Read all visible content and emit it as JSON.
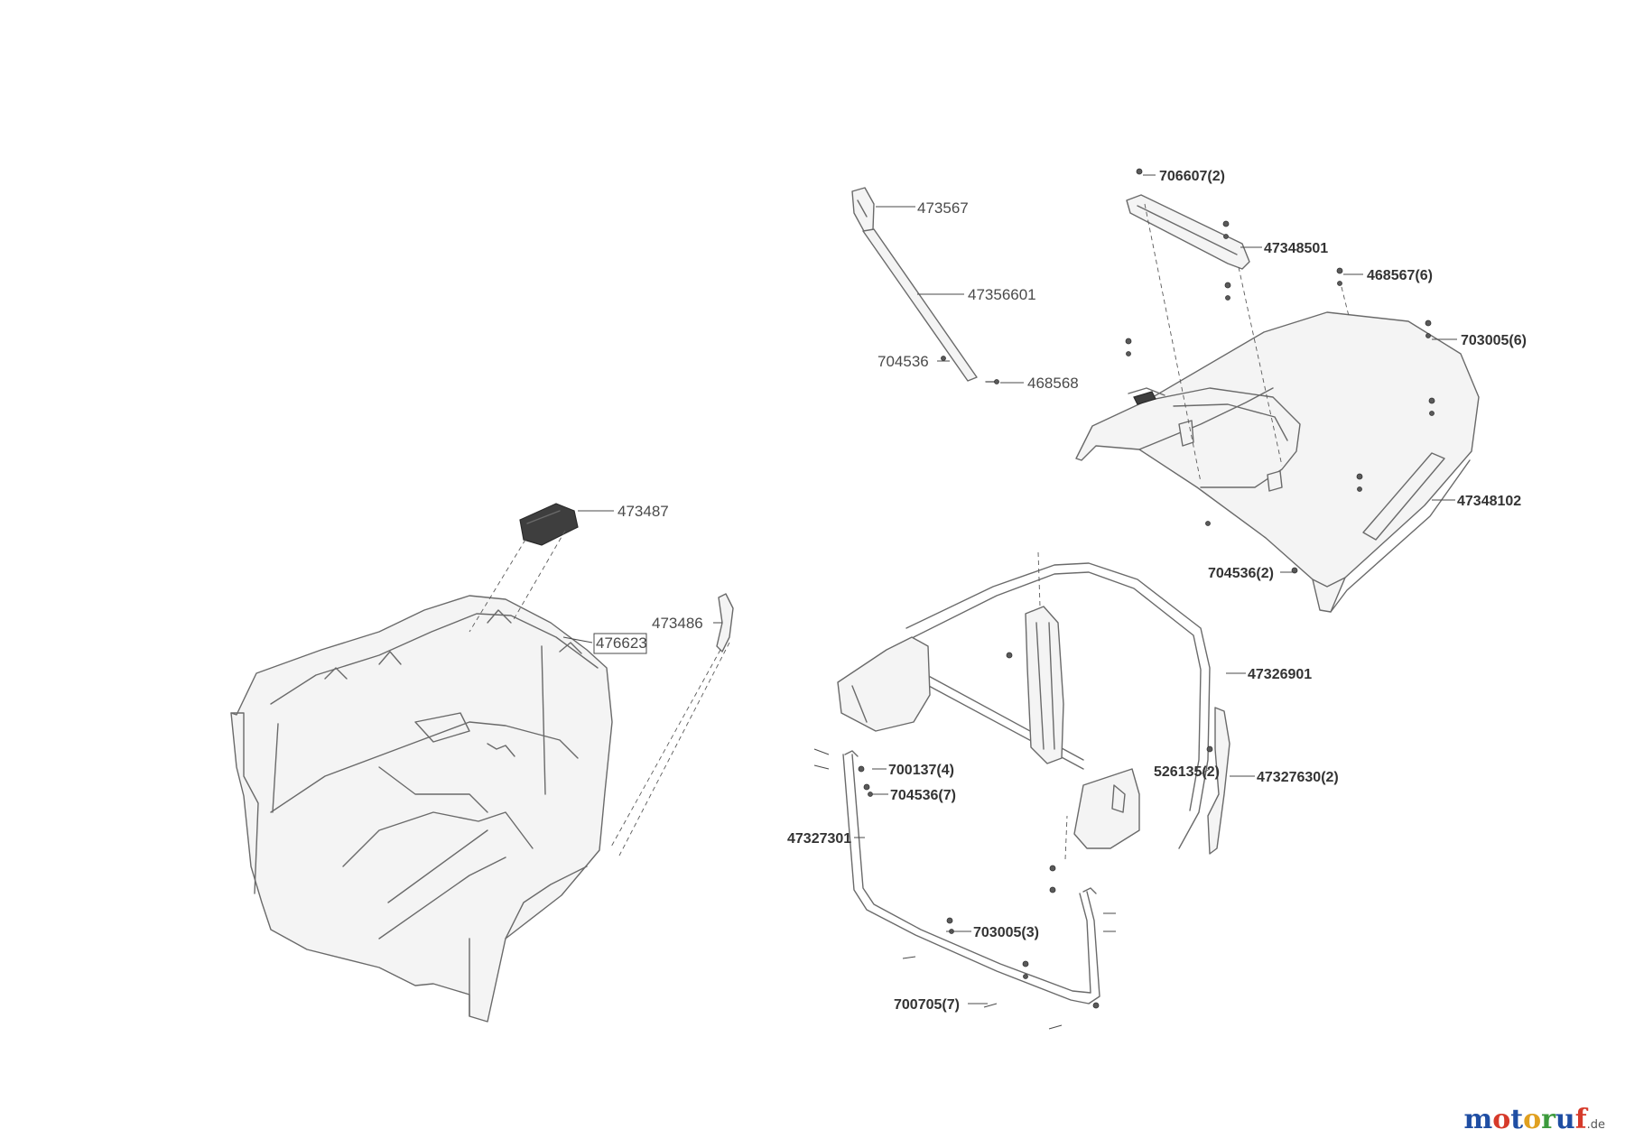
{
  "labels": {
    "l473567": "473567",
    "l47356601": "47356601",
    "l704536": "704536",
    "l468568": "468568",
    "l706607": "706607(2)",
    "l47348501": "47348501",
    "l468567": "468567(6)",
    "l703005_6": "703005(6)",
    "l47348102": "47348102",
    "l704536_2": "704536(2)",
    "l473487": "473487",
    "l476623": "476623",
    "l473486": "473486",
    "l47326901": "47326901",
    "l526135": "526135(2)",
    "l47327630": "47327630(2)",
    "l700137": "700137(4)",
    "l704536_7": "704536(7)",
    "l47327301": "47327301",
    "l703005_3": "703005(3)",
    "l700705": "700705(7)"
  },
  "logo": {
    "m": "m",
    "o1": "o",
    "t": "t",
    "o2": "o",
    "r": "r",
    "u": "u",
    "f": "f",
    "tld": ".de"
  }
}
